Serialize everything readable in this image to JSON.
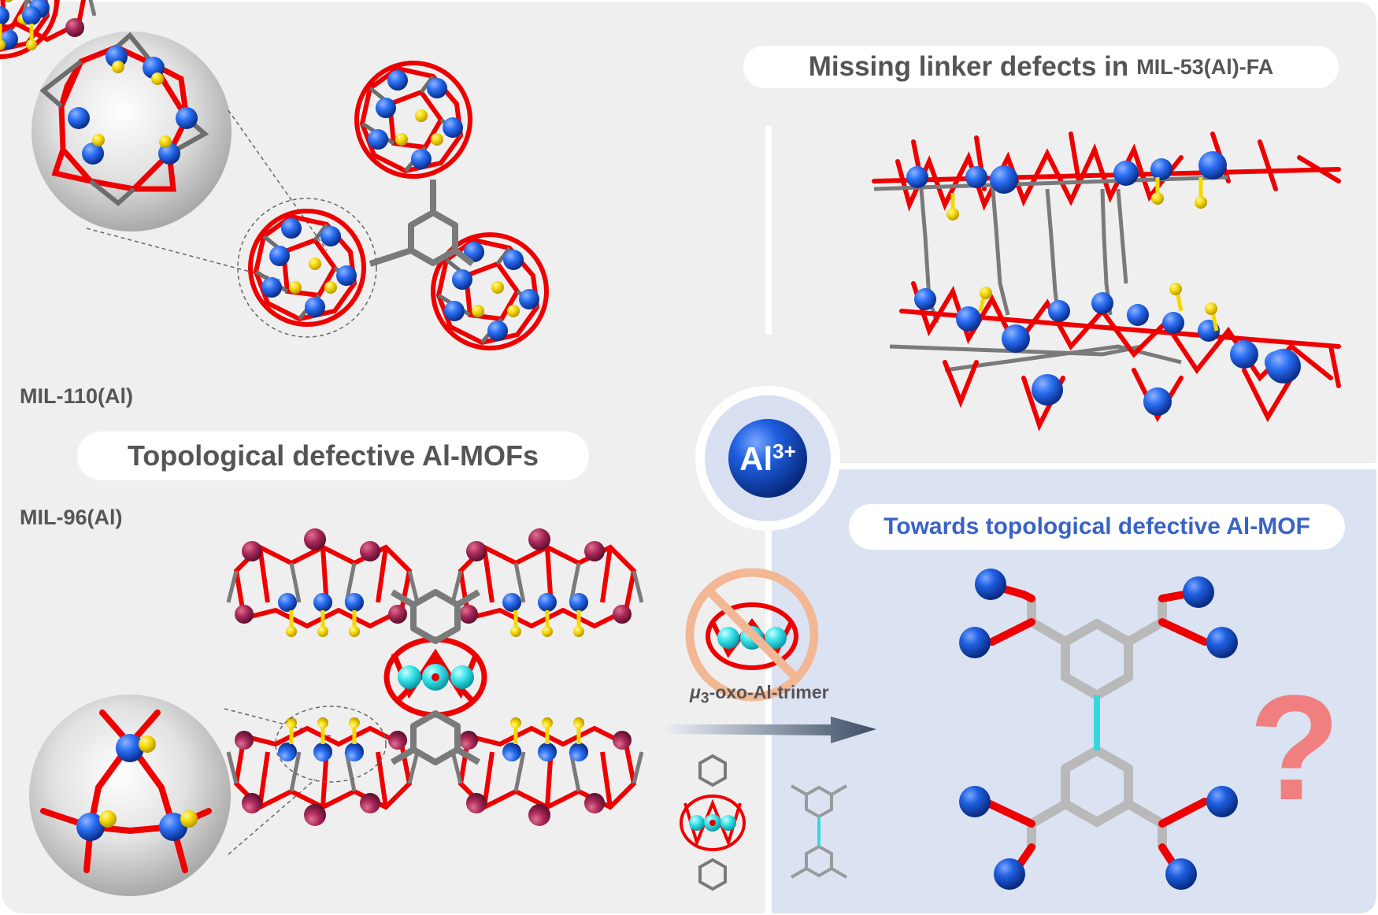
{
  "titles": {
    "missing_linker_main": "Missing linker defects in",
    "missing_linker_material": "MIL-53(Al)-FA",
    "topological": "Topological defective Al-MOFs",
    "towards": "Towards topological defective Al-MOF"
  },
  "labels": {
    "mil110": "MIL-110(Al)",
    "mil96": "MIL-96(Al)",
    "trimer_mu": "μ",
    "trimer_sub": "3",
    "trimer_rest": "-oxo-Al-trimer",
    "al_ion": "Al",
    "al_charge": "3+",
    "question": "?"
  },
  "colors": {
    "panel_grey": "#efefef",
    "panel_blue": "#dbe3f3",
    "oxygen_red": "#ee0000",
    "carbon_grey": "#7a7a7a",
    "aluminum_blue": "#1f5fe0",
    "hydroxyl_yellow": "#f5d800",
    "trimer_cyan": "#36e2e8",
    "octahedra_purple": "#a82858",
    "accent_blue": "#3a63c4",
    "question_pink": "#f07f80",
    "forbidden_orange": "#f2b896"
  }
}
